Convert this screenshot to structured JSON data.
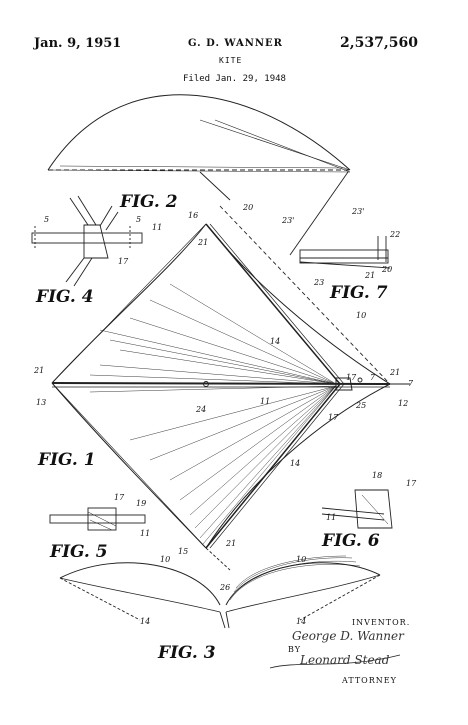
{
  "header": {
    "date": "Jan. 9, 1951",
    "inventor": "G. D. WANNER",
    "patent_number": "2,537,560",
    "title": "KITE",
    "filed": "Filed Jan. 29, 1948"
  },
  "figures": {
    "fig1": "FIG. 1",
    "fig2": "FIG. 2",
    "fig3": "FIG. 3",
    "fig4": "FIG. 4",
    "fig5": "FIG. 5",
    "fig6": "FIG. 6",
    "fig7": "FIG. 7"
  },
  "ref_numerals": {
    "r10a": "10",
    "r10b": "10",
    "r10c": "10",
    "r11a": "11",
    "r11b": "11",
    "r11c": "11",
    "r11d": "11",
    "r12": "12",
    "r13": "13",
    "r14a": "14",
    "r14b": "14",
    "r14c": "14",
    "r14d": "14",
    "r15": "15",
    "r16": "16",
    "r17a": "17",
    "r17b": "17",
    "r17c": "17",
    "r17d": "17",
    "r18": "18",
    "r19": "19",
    "r20a": "20",
    "r20b": "20",
    "r21a": "21",
    "r21b": "21",
    "r21c": "21",
    "r21d": "21",
    "r21e": "21",
    "r22": "22",
    "r23a": "23'",
    "r23b": "23'",
    "r23c": "23",
    "r24": "24",
    "r25": "25",
    "r26": "26",
    "r5a": "5",
    "r5b": "5",
    "r7a": "7",
    "r7b": "7"
  },
  "signature_block": {
    "inventor_label": "INVENTOR.",
    "inventor_signature": "George D. Wanner",
    "by_label": "BY",
    "attorney_signature": "Leonard Stead",
    "attorney_label": "ATTORNEY"
  }
}
